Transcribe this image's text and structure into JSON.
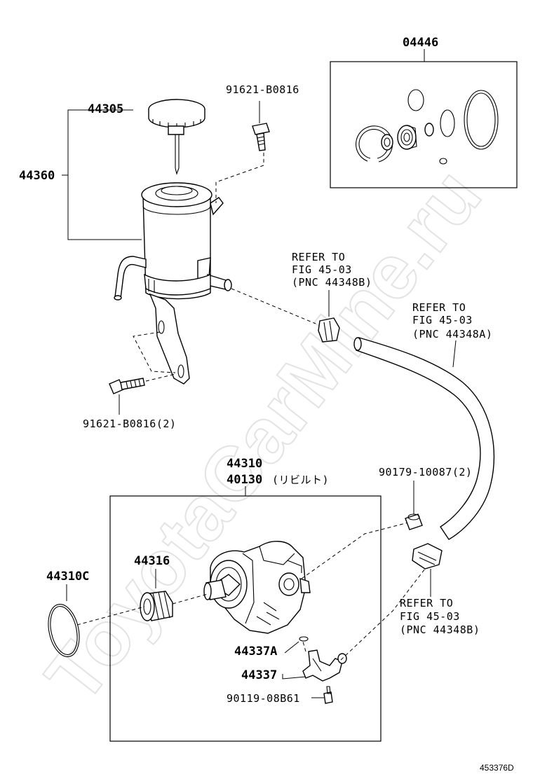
{
  "diagram_id": "453376D",
  "watermark": "ToyotaCarMine.ru",
  "callouts": {
    "kit": "04446",
    "cap": "44305",
    "reservoir": "44360",
    "bolt_top": "91621-B0816",
    "bolt_bottom": "91621-B0816(2)",
    "refer_clamp_top": [
      "REFER TO",
      "FIG 45-03",
      "(PNC 44348B)"
    ],
    "refer_hose": [
      "REFER TO",
      "FIG 45-03",
      "(PNC 44348A)"
    ],
    "pump_assy": "44310",
    "pump_rebuilt": "40130",
    "pump_rebuilt_note": "(リビルト)",
    "plug": "90179-10087(2)",
    "oring": "44310C",
    "pulley": "44316",
    "refer_clamp_bottom": [
      "REFER TO",
      "FIG 45-03",
      "(PNC 44348B)"
    ],
    "union_gasket": "44337A",
    "union": "44337",
    "union_bolt": "90119-08B61"
  }
}
